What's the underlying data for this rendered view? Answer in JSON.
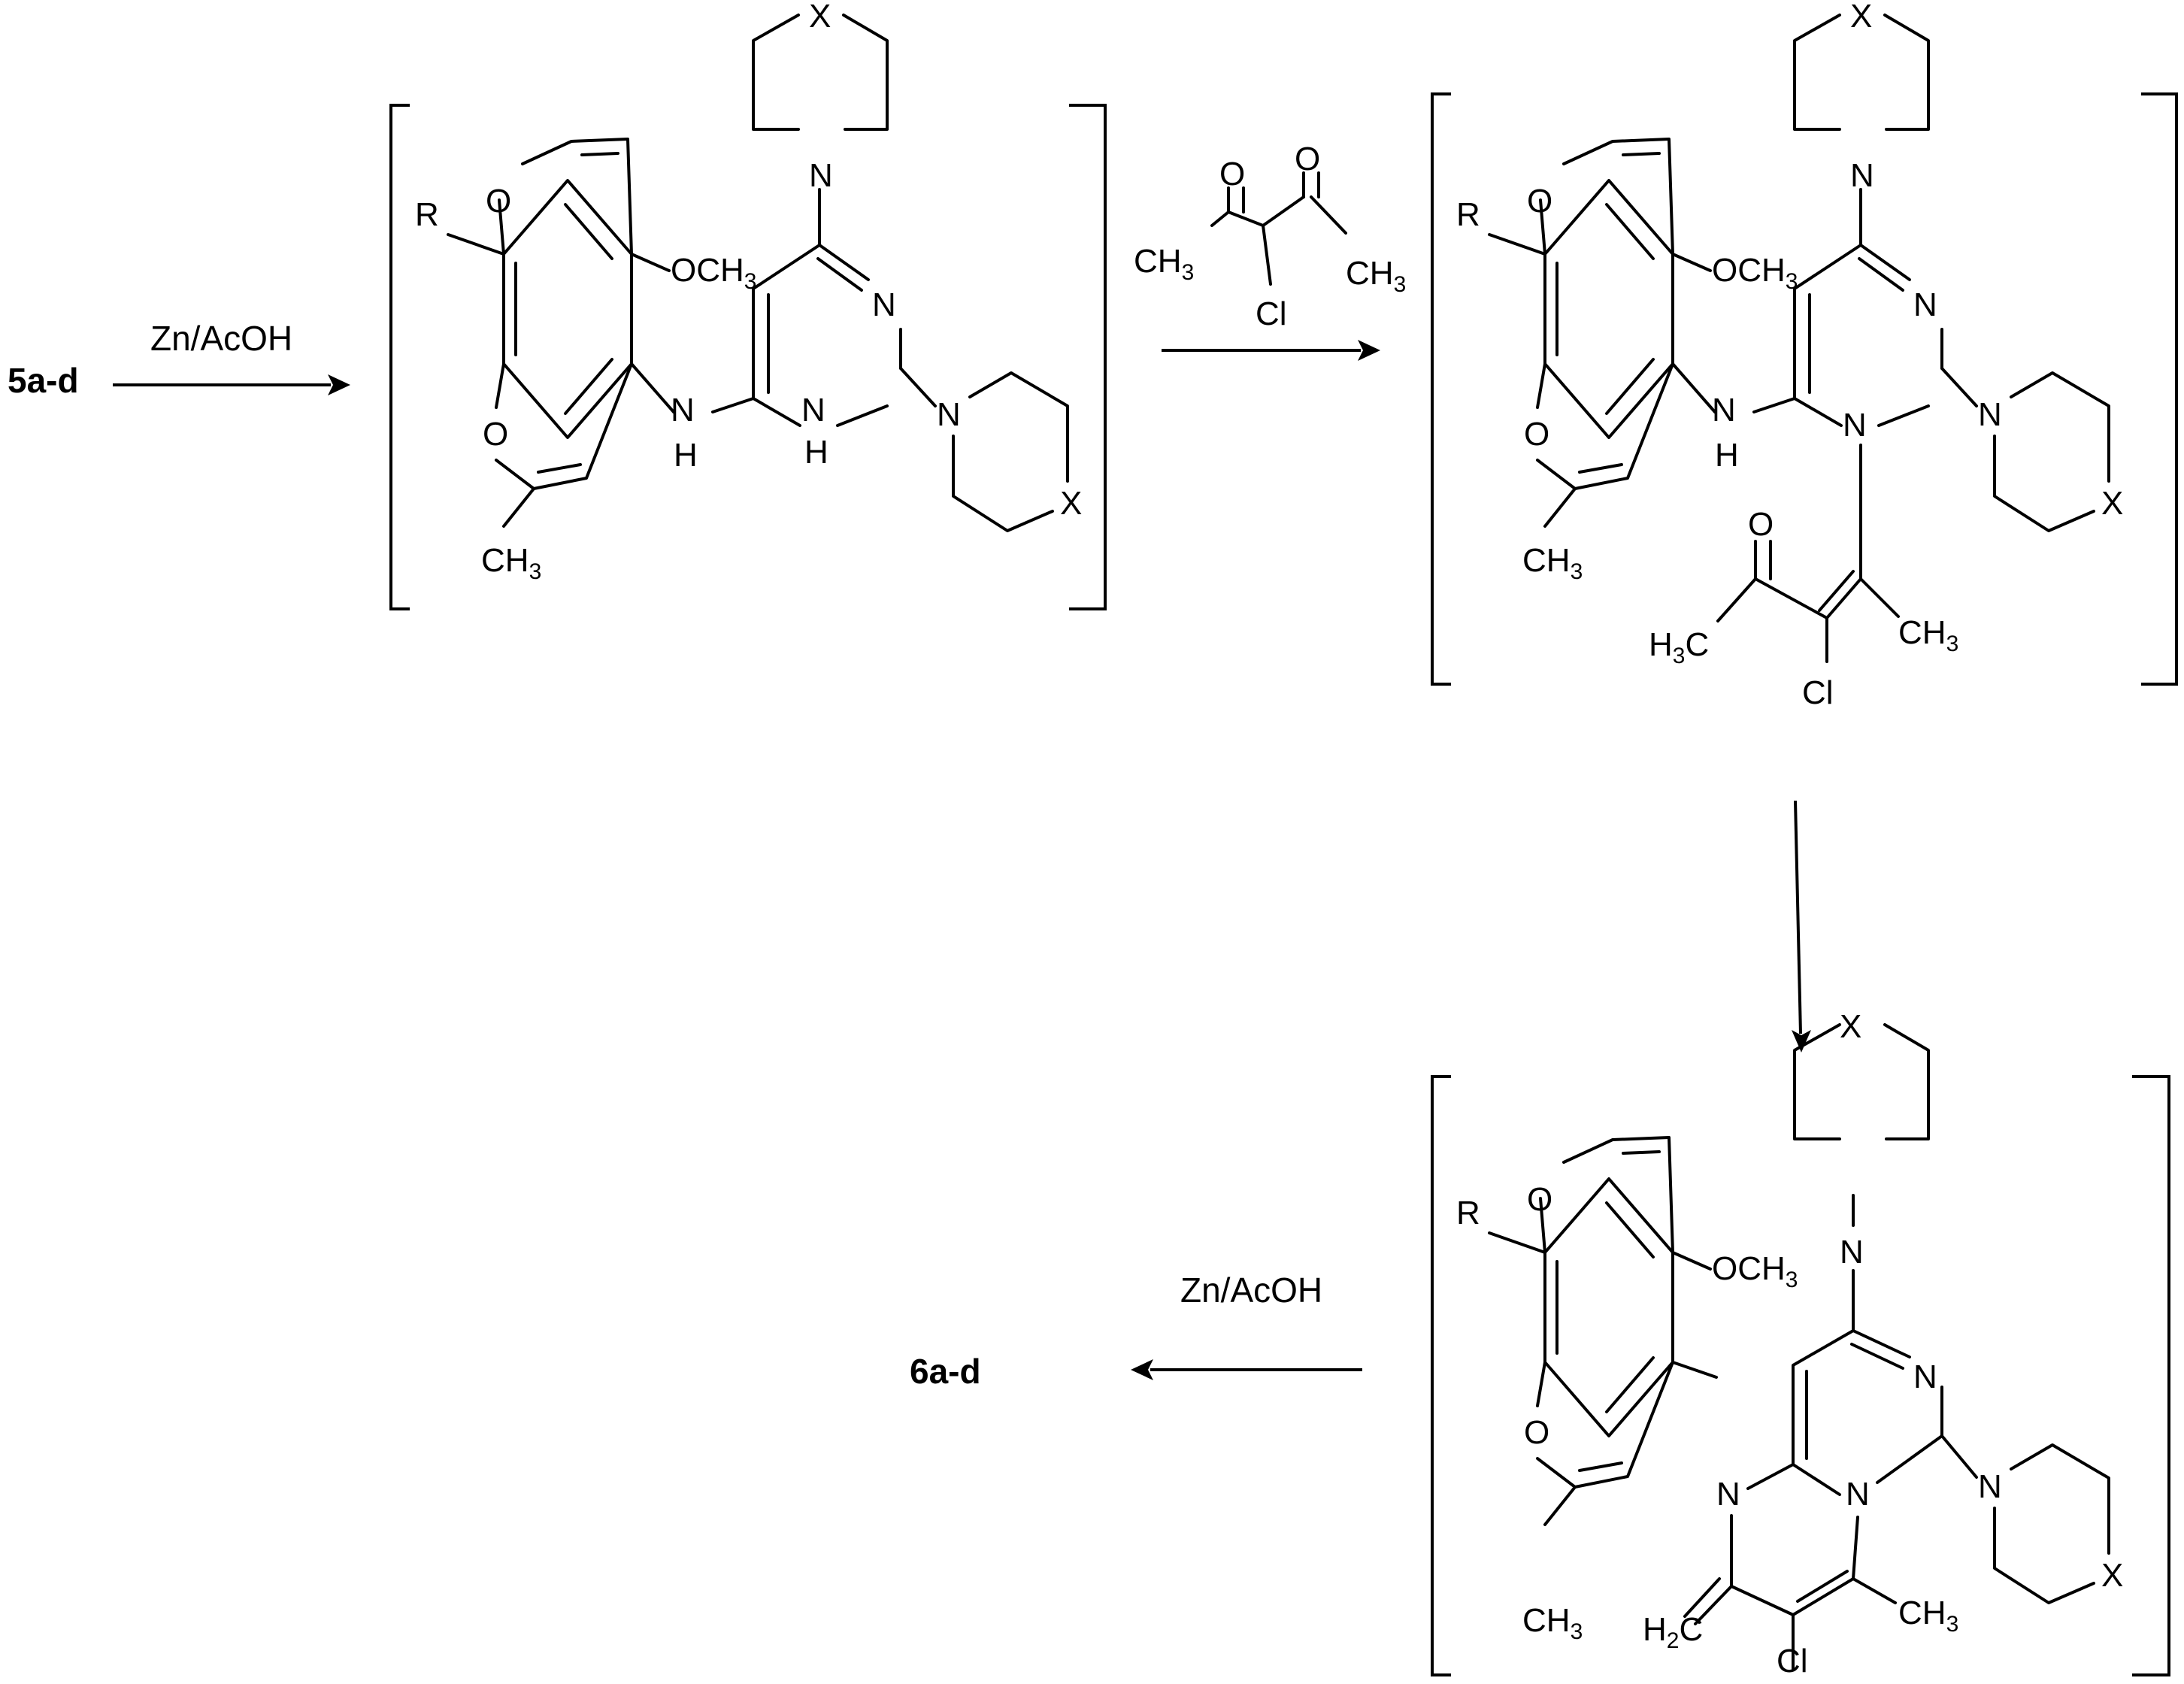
{
  "compounds": {
    "start": "5a-d",
    "product": "6a-d"
  },
  "reagents": {
    "step1": "Zn/AcOH",
    "step3": "Zn/AcOH"
  },
  "atoms": {
    "O": "O",
    "N": "N",
    "H": "H",
    "X": "X",
    "R": "R",
    "Cl": "Cl",
    "OC": "OCH",
    "CH": "CH",
    "HC": "H",
    "C": "C",
    "three": "3",
    "two": "2"
  }
}
